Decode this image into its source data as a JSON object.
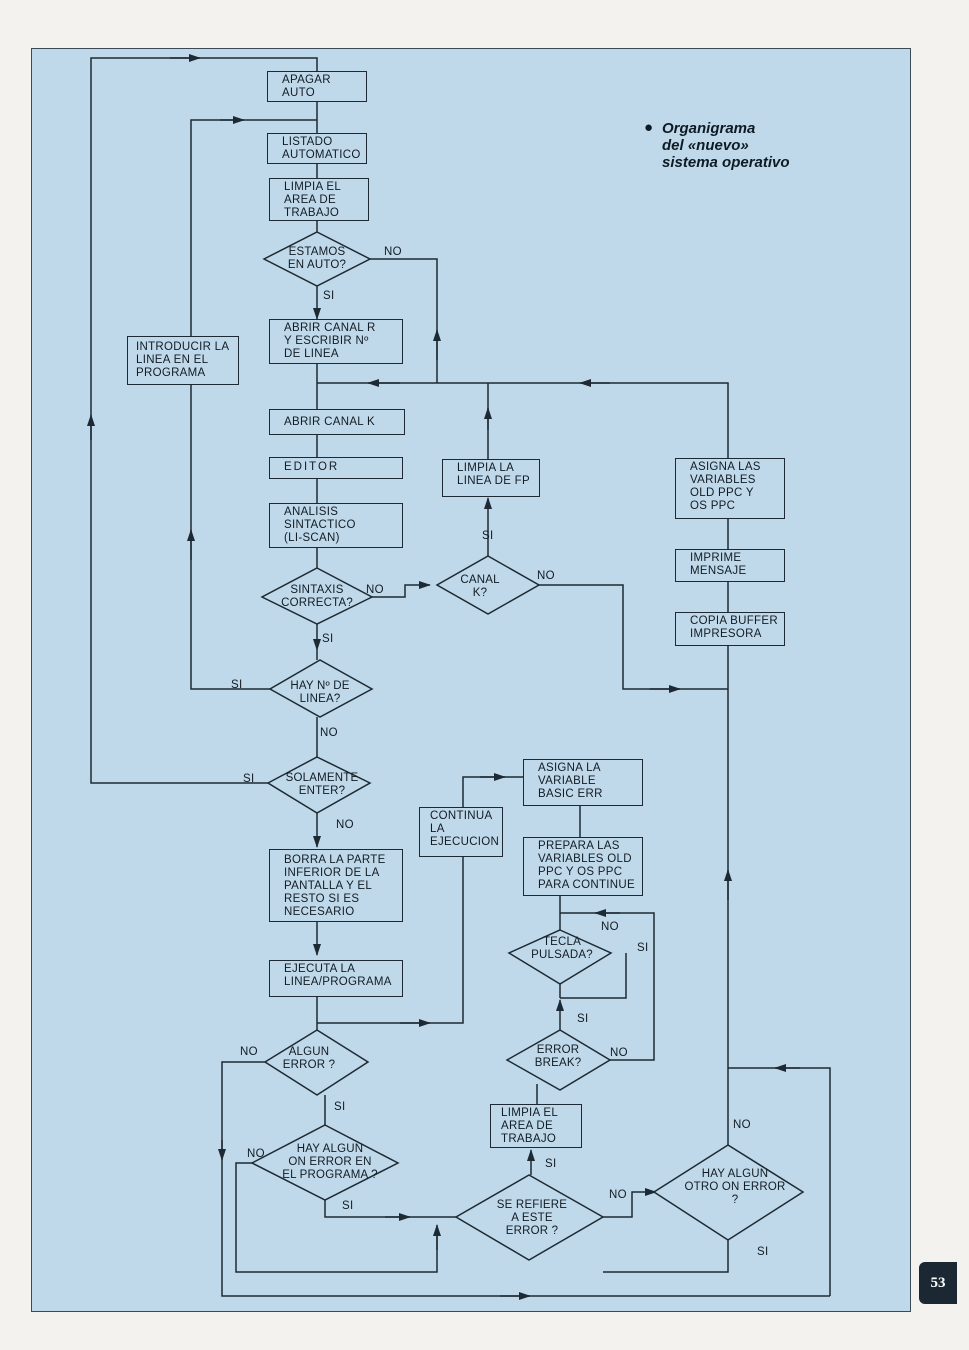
{
  "caption": {
    "bullet": "●",
    "line1": "Organigrama",
    "line2": "del «nuevo»",
    "line3": "sistema operativo"
  },
  "page_number": "53",
  "boxes": {
    "apagar_auto": "APAGAR\nAUTO",
    "listado_automatico": "LISTADO\nAUTOMATICO",
    "limpia_area": "LIMPIA EL\nAREA DE\nTRABAJO",
    "abrir_canal_r": "ABRIR CANAL R\nY ESCRIBIR Nº\nDE LINEA",
    "introducir_linea": "INTRODUCIR LA\nLINEA EN EL\nPROGRAMA",
    "abrir_canal_k": "ABRIR CANAL K",
    "editor": "EDITOR",
    "analisis": "ANALISIS\nSINTACTICO\n(LI-SCAN)",
    "limpia_fp": "LIMPIA LA\nLINEA DE FP",
    "asigna_old_ppc": "ASIGNA LAS\nVARIABLES\nOLD PPC Y\nOS PPC",
    "imprime_mensaje": "IMPRIME\nMENSAJE",
    "copia_buffer": "COPIA BUFFER\nIMPRESORA",
    "asigna_basic_err": "ASIGNA LA\nVARIABLE\nBASIC ERR",
    "continua": "CONTINUA\nLA\nEJECUCION",
    "prepara": "PREPARA LAS\nVARIABLES OLD\nPPC Y OS PPC\nPARA CONTINUE",
    "borra": "BORRA LA PARTE\nINFERIOR DE LA\nPANTALLA Y EL\nRESTO SI ES\nNECESARIO",
    "ejecuta": "EJECUTA LA\nLINEA/PROGRAMA",
    "limpia_area2": "LIMPIA EL\nAREA DE\nTRABAJO"
  },
  "decisions": {
    "estamos_auto": "ESTAMOS\nEN AUTO?",
    "sintaxis": "SINTAXIS\nCORRECTA?",
    "canal_k": "CANAL\nK?",
    "hay_linea": "HAY Nº DE\nLINEA?",
    "solamente_enter": "SOLAMENTE\nENTER?",
    "tecla": "TECLA\nPULSADA?",
    "error_break": "ERROR\nBREAK?",
    "algun_error": "ALGUN\nERROR ?",
    "hay_on_error": "HAY ALGUN\nON ERROR EN\nEL PROGRAMA ?",
    "se_refiere": "SE REFIERE\nA ESTE\nERROR ?",
    "otro_on_error": "HAY ALGUN\nOTRO ON ERROR\n?"
  },
  "edges": {
    "estamos_no": "NO",
    "estamos_si": "SI",
    "sintaxis_no": "NO",
    "sintaxis_si": "SI",
    "canal_si": "SI",
    "canal_no": "NO",
    "linea_si": "SI",
    "linea_no": "NO",
    "enter_si": "SI",
    "enter_no": "NO",
    "tecla_no": "NO",
    "tecla_si": "SI",
    "break_si": "SI",
    "break_no": "NO",
    "algun_no": "NO",
    "algun_si": "SI",
    "onerror_no": "NO",
    "onerror_si": "SI",
    "refiere_si": "SI",
    "refiere_no": "NO",
    "otro_no": "NO",
    "otro_si": "SI"
  }
}
